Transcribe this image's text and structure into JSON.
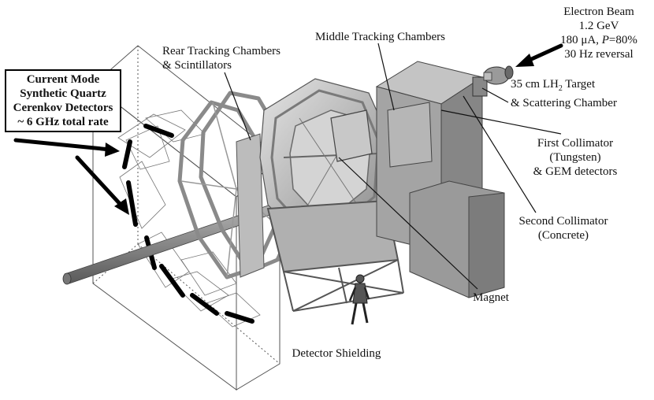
{
  "labels": {
    "beam": {
      "l1": "Electron Beam",
      "l2": "1.2 GeV",
      "l3_pre": "180 μA, ",
      "l3_p": "P",
      "l3_post": "=80%",
      "l4": "30 Hz reversal"
    },
    "target": {
      "l1_pre": "35 cm LH",
      "l1_sub": "2",
      "l1_post": " Target",
      "l2": "& Scattering Chamber"
    },
    "first_collimator": {
      "l1": "First Collimator",
      "l2": "(Tungsten)",
      "l3": "& GEM detectors"
    },
    "second_collimator": {
      "l1": "Second Collimator",
      "l2": "(Concrete)"
    },
    "magnet": "Magnet",
    "middle_tracking": "Middle Tracking Chambers",
    "rear_tracking": {
      "l1": "Rear Tracking Chambers",
      "l2": "& Scintillators"
    },
    "detectors": {
      "l1": "Current Mode",
      "l2": "Synthetic Quartz",
      "l3": "Cerenkov Detectors",
      "l4": "~ 6 GHz total rate"
    },
    "shielding": "Detector Shielding"
  },
  "colors": {
    "ink": "#111111",
    "bunker_light": "#b8b8b8",
    "bunker_mid": "#9c9c9c",
    "bunker_dark": "#7e7e7e",
    "frame": "#8a8a8a",
    "beam_pipe": "#a0a0a0"
  },
  "icons": [
    "person-icon",
    "beam-source-icon"
  ]
}
